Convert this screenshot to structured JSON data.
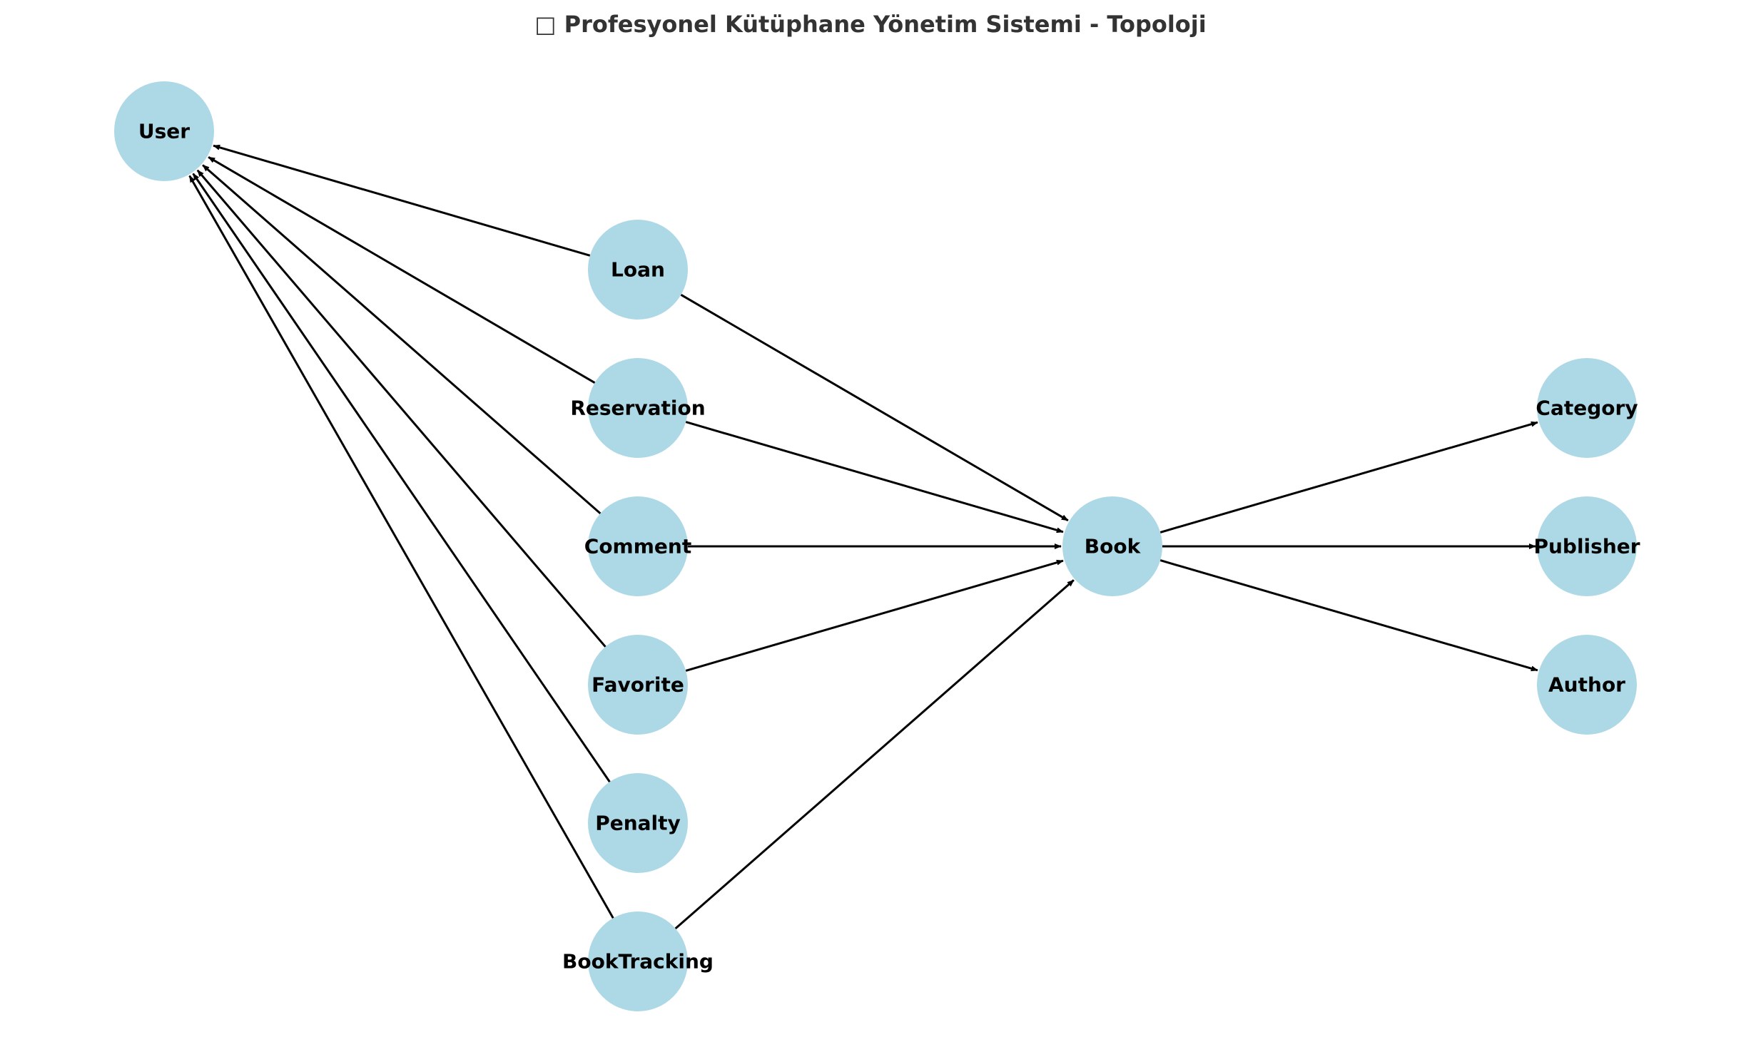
{
  "title": "□ Profesyonel Kütüphane Yönetim Sistemi - Topoloji",
  "colors": {
    "node_fill": "#add8e6",
    "edge": "#000000",
    "title": "#333333",
    "label": "#000000"
  },
  "nodes": [
    {
      "id": "User",
      "label": "User"
    },
    {
      "id": "Loan",
      "label": "Loan"
    },
    {
      "id": "Reservation",
      "label": "Reservation"
    },
    {
      "id": "Comment",
      "label": "Comment"
    },
    {
      "id": "Favorite",
      "label": "Favorite"
    },
    {
      "id": "Penalty",
      "label": "Penalty"
    },
    {
      "id": "BookTracking",
      "label": "BookTracking"
    },
    {
      "id": "Book",
      "label": "Book"
    },
    {
      "id": "Category",
      "label": "Category"
    },
    {
      "id": "Publisher",
      "label": "Publisher"
    },
    {
      "id": "Author",
      "label": "Author"
    }
  ],
  "edges": [
    {
      "from": "Loan",
      "to": "User"
    },
    {
      "from": "Reservation",
      "to": "User"
    },
    {
      "from": "Comment",
      "to": "User"
    },
    {
      "from": "Favorite",
      "to": "User"
    },
    {
      "from": "Penalty",
      "to": "User"
    },
    {
      "from": "BookTracking",
      "to": "User"
    },
    {
      "from": "Loan",
      "to": "Book"
    },
    {
      "from": "Reservation",
      "to": "Book"
    },
    {
      "from": "Comment",
      "to": "Book"
    },
    {
      "from": "Favorite",
      "to": "Book"
    },
    {
      "from": "BookTracking",
      "to": "Book"
    },
    {
      "from": "Book",
      "to": "Category"
    },
    {
      "from": "Book",
      "to": "Publisher"
    },
    {
      "from": "Book",
      "to": "Author"
    }
  ]
}
